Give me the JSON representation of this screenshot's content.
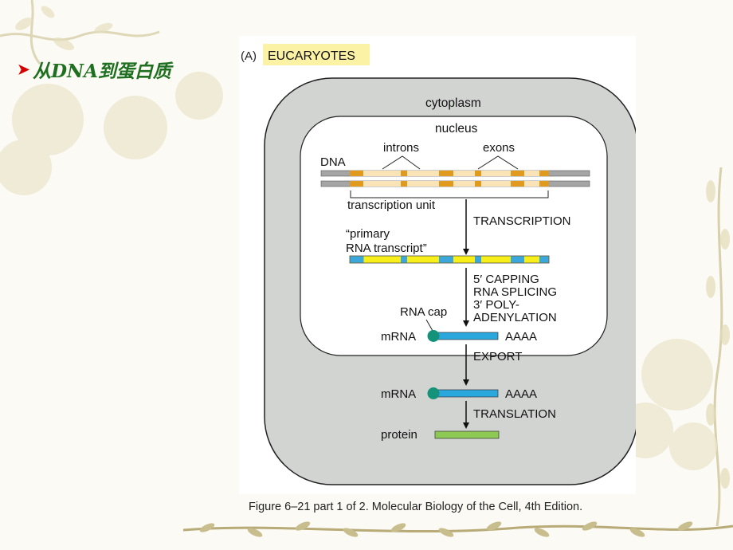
{
  "slide": {
    "title": "从DNA到蛋白质",
    "title_color": "#1f6f20",
    "bullet_color": "#d40000",
    "caption": "Figure 6–21 part 1 of 2. Molecular Biology of the Cell, 4th Edition."
  },
  "diagram": {
    "panel_label": "(A)",
    "panel_title": "EUCARYOTES",
    "labels": {
      "cytoplasm": "cytoplasm",
      "nucleus": "nucleus",
      "dna": "DNA",
      "introns": "introns",
      "exons": "exons",
      "transcription_unit": "transcription unit",
      "primary_line1": "“primary",
      "primary_line2": "RNA transcript”",
      "rna_cap": "RNA cap",
      "mrna_nucleus": "mRNA",
      "mrna_cytoplasm": "mRNA",
      "polya_nucleus": "AAAA",
      "polya_cytoplasm": "AAAA",
      "protein": "protein"
    },
    "steps": {
      "transcription": "TRANSCRIPTION",
      "processing_line1": "5′ CAPPING",
      "processing_line2": "RNA SPLICING",
      "processing_line3": "3′ POLY-",
      "processing_line4": "ADENYLATION",
      "export": "EXPORT",
      "translation": "TRANSLATION"
    },
    "colors": {
      "cell": "#d2d4d2",
      "nucleus": "#ffffff",
      "dna": "#a5a5a5",
      "exon": "#e09a1e",
      "intron": "#fbe3b8",
      "rna_exon": "#3aa8dc",
      "rna_intron": "#f7ee1a",
      "mrna": "#2aa8de",
      "cap": "#15937a",
      "protein": "#8fc955",
      "title_highlight": "#fbf2a5"
    }
  }
}
